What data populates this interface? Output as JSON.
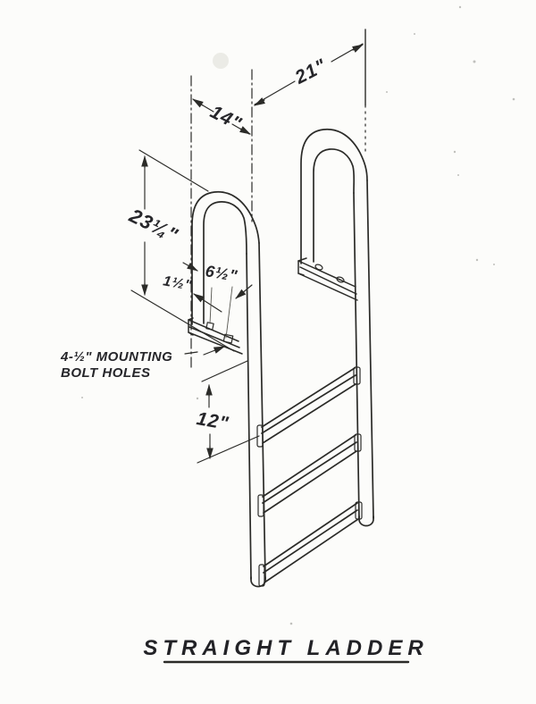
{
  "title": {
    "text": "STRAIGHT LADDER"
  },
  "dimensions": {
    "width_top": "21\"",
    "depth_top": "14\"",
    "handle_height": "23¼\"",
    "tube_size": "1½\"",
    "loop_inside": "6½\"",
    "rung_spacing": "12\""
  },
  "note": {
    "line1": "4-½\" MOUNTING",
    "line2": "BOLT HOLES"
  },
  "colors": {
    "ink": "#2b2b28",
    "paper": "#fcfcfa"
  }
}
